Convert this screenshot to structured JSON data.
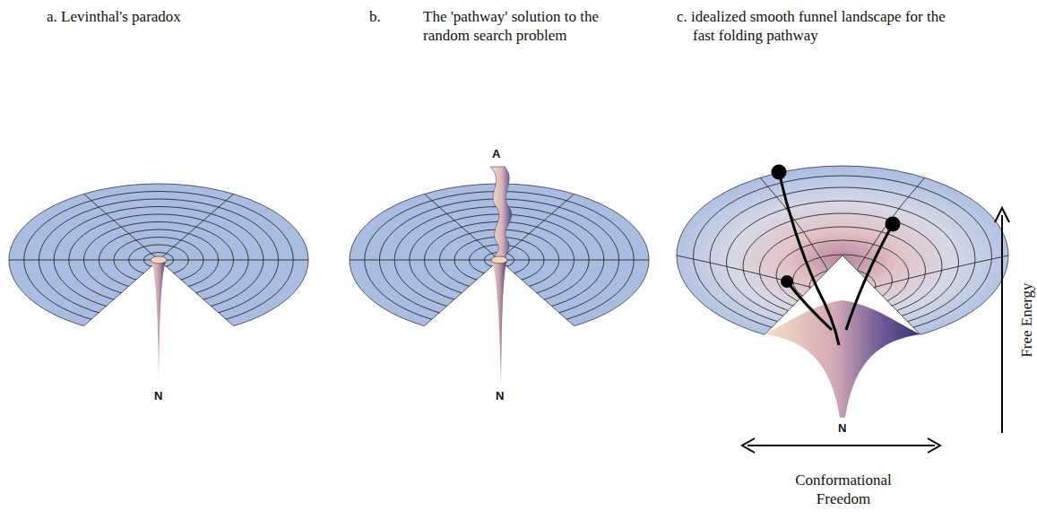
{
  "diagram": {
    "labels": [
      "a. Levinthal's paradox",
      "b.",
      "The 'pathway' solution to the random search problem",
      "c. idealized smooth funnel landscape for the fast folding pathway",
      "N",
      "A",
      "N",
      "N",
      "Free Energy",
      "Conformational Freedom"
    ]
  }
}
